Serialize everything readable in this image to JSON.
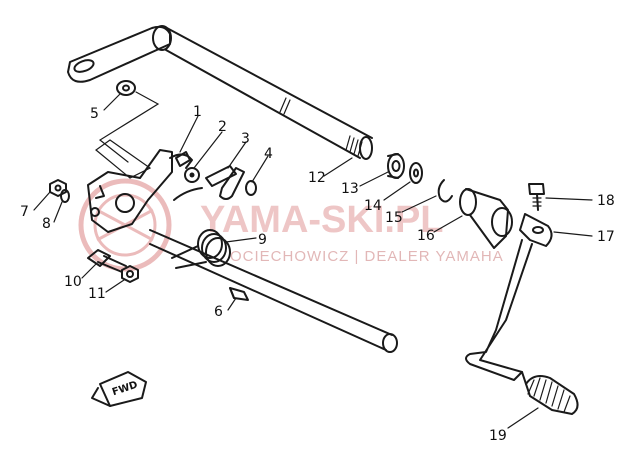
{
  "watermark": {
    "title": "YAMA-SKI.PL",
    "subtitle": "OCIECHOWICZ | DEALER YAMAHA",
    "color": "#e5a5a5"
  },
  "fwd_label": "FWD",
  "part_labels": {
    "p1": "1",
    "p2": "2",
    "p3": "3",
    "p4": "4",
    "p5": "5",
    "p6": "6",
    "p7": "7",
    "p8": "8",
    "p9": "9",
    "p10": "10",
    "p11": "11",
    "p12": "12",
    "p13": "13",
    "p14": "14",
    "p15": "15",
    "p16": "16",
    "p17": "17",
    "p18": "18",
    "p19": "19"
  }
}
